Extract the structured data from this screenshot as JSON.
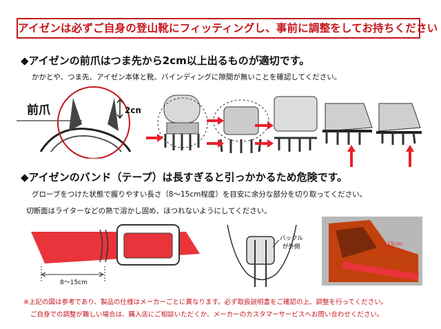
{
  "banner": "アイゼンは必ずご自身の登山靴にフィッティングし、事前に調整をしてお持ちください",
  "section1": {
    "heading": "◆アイゼンの前爪はつま先から2cm以上出るものが適切です。",
    "desc": "かかとや、つま先、アイゼン本体と靴、バインディングに隙間が無いことを確認してください。",
    "label_front_claw": "前爪",
    "label_length": "2cm"
  },
  "section2": {
    "heading": "◆アイゼンのバンド（テープ）は長すぎると引っかかるため危険です。",
    "desc1": "グローブをつけた状態で握りやすい長さ（8～15cm程度）を目安に余分な部分を切り取ってください。",
    "desc2": "切断面はライターなどの熱で溶かし固め、ほつれないようにしてください。",
    "label_band_length": "8～15cm",
    "label_buckle": "バックル",
    "label_buckle_outside": "が外側",
    "label_photo_length": "~15cm"
  },
  "notes": {
    "line1": "※上記の図は参考であり、製品の仕様はメーカーごとに異なります。必ず取扱説明書をご確認の上、調整を行ってください。",
    "line2": "ご自身での調整が難しい場合は、購入店にご相談いただくか、メーカーのカスタマーサービスへお問い合わせください。"
  },
  "colors": {
    "accent_red": "#c4161c",
    "arrow_red": "#e8202a",
    "band_red": "#e8343a"
  },
  "icons": [
    "crampon-front-claw-diagram",
    "fitting-step-illustrations",
    "band-strap-diagram",
    "buckle-diagram",
    "boot-photo"
  ]
}
